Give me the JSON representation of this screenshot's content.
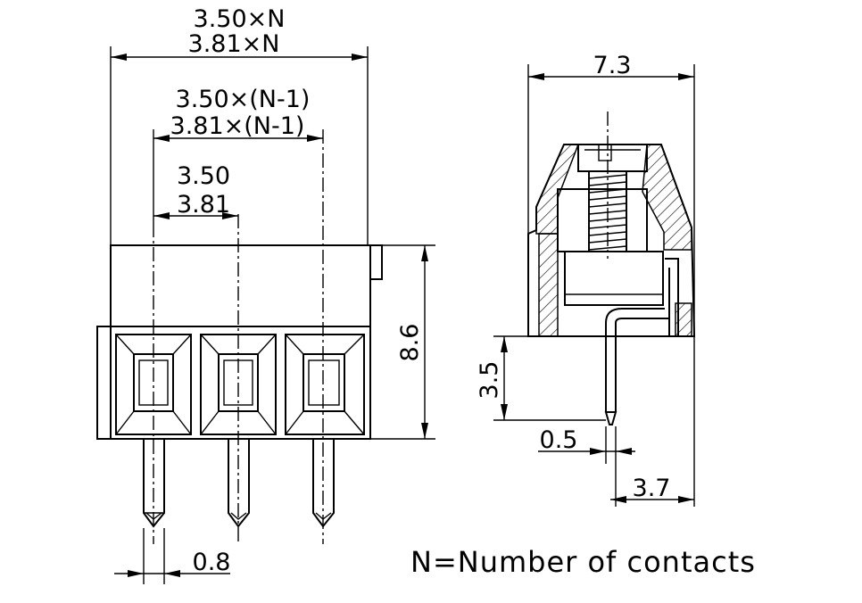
{
  "front_view": {
    "overall_width": {
      "line1": "3.50×N",
      "line2": "3.81×N"
    },
    "outer_pitch": {
      "line1": "3.50×(N-1)",
      "line2": "3.81×(N-1)"
    },
    "pitch": {
      "line1": "3.50",
      "line2": "3.81"
    },
    "height": "8.6",
    "pin_width": "0.8"
  },
  "side_view": {
    "depth": "7.3",
    "pin_length": "3.5",
    "pin_thickness": "0.5",
    "pin_offset": "3.7"
  },
  "note": "N=Number of contacts",
  "colors": {
    "line": "#000000",
    "background": "#ffffff"
  }
}
